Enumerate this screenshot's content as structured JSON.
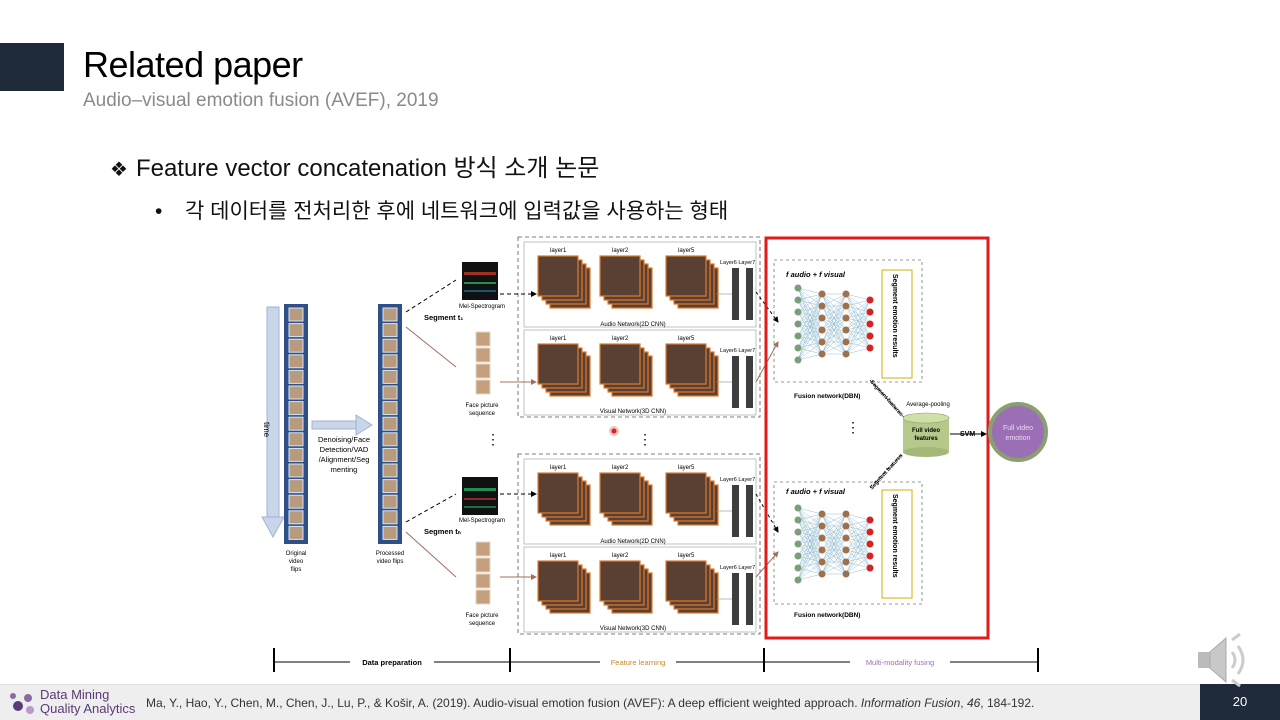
{
  "slide": {
    "title": "Related paper",
    "subtitle": "Audio–visual emotion fusion (AVEF), 2019",
    "bullet_mark": "❖",
    "bullet_main": "Feature vector concatenation 방식 소개 논문",
    "bullet_dot": "•",
    "bullet_sub": "각 데이터를 전처리한 후에 네트워크에 입력값을 사용하는 형태",
    "page_number": "20"
  },
  "figure": {
    "time_label": "time",
    "original_label": [
      "Original",
      "video",
      "flips"
    ],
    "processed_label": [
      "Processed",
      "video flips"
    ],
    "preprocess_label": [
      "Denoising/Face",
      "Detection/VAD",
      "/Alignment/Seg",
      "menting"
    ],
    "segment_top": "Segment t₁",
    "segment_bottom": "Segmen tₙ",
    "mel_label": "Mel-Spectrogram",
    "face_label": [
      "Face picture",
      "sequence"
    ],
    "layer1": "layer1",
    "layer2": "layer2",
    "layer5": "layer5",
    "layer67": "Layer6 Layer7",
    "audio_net": "Audio Network(2D CNN)",
    "visual_net": "Visual Network(3D CNN)",
    "fusion_label": "Fusion network(DBN)",
    "f_audio_visual": "f audio + f visual",
    "segment_results": "Segment emotion results",
    "segment_features": "Segment features",
    "avg_pool": "Average-pooling",
    "full_video_features": [
      "Full video",
      "features"
    ],
    "svm": "SVM",
    "full_video_emotion": [
      "Full video",
      "emotion"
    ],
    "stage_data": "Data preparation",
    "stage_feature": "Feature learning",
    "stage_fusion": "Multi-modality fusing",
    "dots": "⋮"
  },
  "footer": {
    "logo_line1": "Data Mining",
    "logo_line2": "Quality Analytics",
    "citation_pre": "Ma, Y., Hao, Y., Chen, M., Chen, J., Lu, P., & Košir, A. (2019). Audio-visual emotion fusion (AVEF): A deep efficient weighted approach. ",
    "citation_journal": "Information Fusion",
    "citation_sep": ", ",
    "citation_volume": "46",
    "citation_pages": ", 184-192."
  },
  "colors": {
    "accent_dark": "#1f2a3a",
    "highlight_red": "#e01b1b",
    "cube_brown": "#5a4033",
    "cube_orange": "#e07a2c",
    "node_green": "#7a9e7a",
    "node_brown": "#a0704a",
    "node_red": "#d62222",
    "svm_circle": "#9b6fb3",
    "logo_purple": "#5a3a74"
  },
  "icons": {
    "speaker": "speaker-icon",
    "logo": "dmqa-logo-icon"
  }
}
